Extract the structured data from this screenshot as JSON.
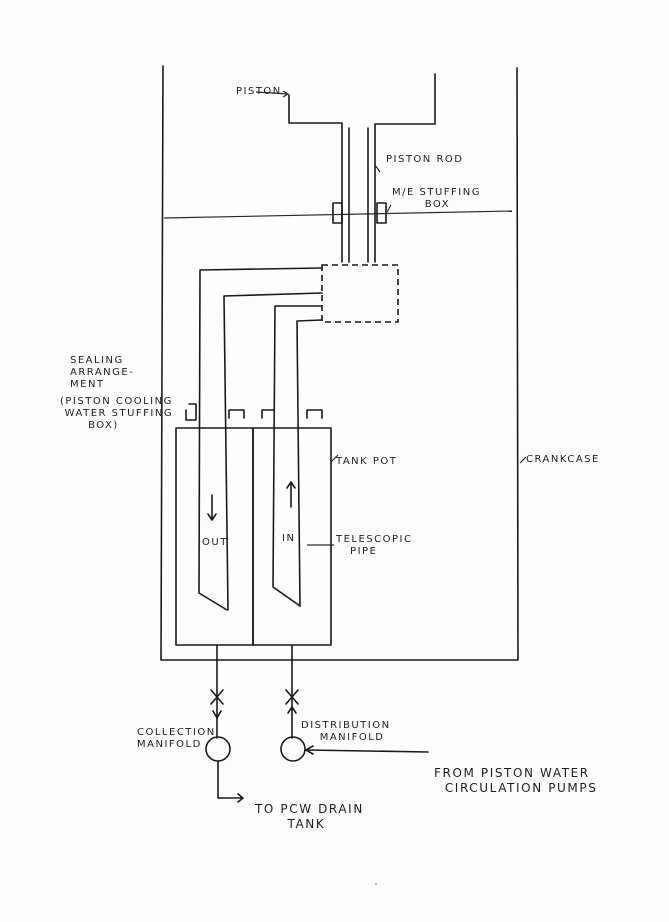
{
  "labels": {
    "piston": "PISTON",
    "piston_rod": "PISTON ROD",
    "stuffing_box": "M/E STUFFING\n       BOX",
    "sealing": "SEALING\nARRANGE-\nMENT",
    "sealing_note": "(PISTON COOLING\n WATER STUFFING\n      BOX)",
    "tank_pot": "TANK POT",
    "crankcase": "CRANKCASE",
    "telescopic_pipe": "TELESCOPIC\n   PIPE",
    "out": "OUT",
    "in": "IN",
    "collection_manifold": "COLLECTION\nMANIFOLD",
    "distribution_manifold": "DISTRIBUTION\n    MANIFOLD",
    "from_pumps": "FROM PISTON WATER\n  CIRCULATION PUMPS",
    "to_drain": "TO PCW DRAIN\n      TANK"
  }
}
